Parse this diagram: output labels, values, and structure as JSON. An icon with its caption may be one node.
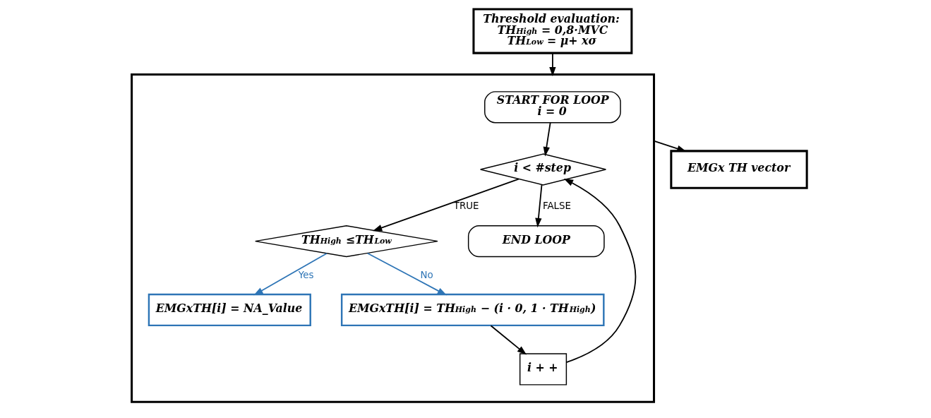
{
  "diagram": {
    "nodes": [
      {
        "text": [
          "Threshold evaluation:",
          "TH$_{High}$ = 0,8·MVC",
          "TH$_{Low}$ = μ+ xσ"
        ]
      },
      {
        "text": [],
        "shape": "box"
      },
      {
        "text": [
          "START FOR LOOP",
          "i = 0"
        ],
        "in": 1
      },
      {
        "text": [
          "i < #step"
        ],
        "in": 1
      },
      {
        "text": [
          "TH$_{High}$ ≤TH$_{Low}$"
        ],
        "in": 1
      },
      {
        "text": [
          "EMGxTH[i] = NA_Value"
        ],
        "in": 1
      },
      {
        "text": [
          "EMGxTH[i] = TH$_{High}$ − (i · 0, 1 · TH$_{High}$)"
        ],
        "in": 1
      },
      {
        "text": [
          "i + +"
        ],
        "in": 1
      },
      {
        "text": [
          "END LOOP"
        ],
        "in": 1
      },
      {
        "text": [
          "EMGx TH vector"
        ]
      }
    ],
    "edges": [
      {
        "from": 0,
        "to": 1,
        "arrow": "to"
      },
      {
        "from": 1,
        "to": 9,
        "arrow": "to"
      },
      {
        "from": 2,
        "to": 3,
        "arrow": "to"
      },
      {
        "from": 3,
        "to": 4,
        "arrow": "to",
        "label": "TRUE"
      },
      {
        "from": 3,
        "to": 8,
        "arrow": "to",
        "label": "FALSE"
      },
      {
        "from": 4,
        "to": 5,
        "arrow": "to",
        "label": "Yes",
        "color": "#2e75b6"
      },
      {
        "from": 4,
        "to": 6,
        "arrow": "to",
        "label": "No",
        "color": "#2e75b6"
      },
      {
        "from": 6,
        "to": 7,
        "arrow": "to"
      },
      {
        "from": 7,
        "to": 3,
        "arrow": "to"
      }
    ]
  }
}
